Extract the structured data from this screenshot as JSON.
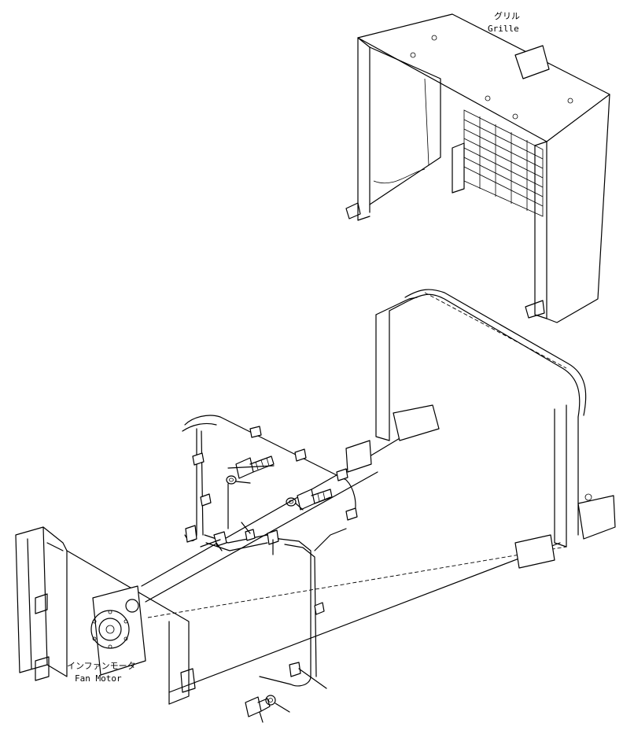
{
  "labels": {
    "grille_jp": "グリル",
    "grille_en": "Grille",
    "fan_motor_jp": "インファンモータ",
    "fan_motor_en": "Fan Motor"
  }
}
